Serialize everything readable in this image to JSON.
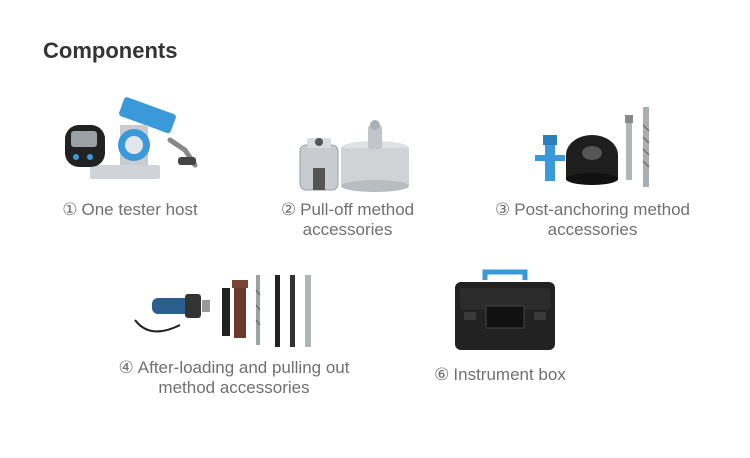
{
  "title": "Components",
  "items": [
    {
      "num": "①",
      "label": "One tester host"
    },
    {
      "num": "②",
      "label": "Pull-off method",
      "label2": "accessories"
    },
    {
      "num": "③",
      "label": "Post-anchoring method",
      "label2": "accessories"
    },
    {
      "num": "④",
      "label": "After-loading and pulling out",
      "label2": "method accessories"
    },
    {
      "num": "⑥",
      "label": "Instrument box"
    }
  ],
  "colors": {
    "accent": "#3a9ad9",
    "title": "#333333",
    "caption": "#707070"
  }
}
